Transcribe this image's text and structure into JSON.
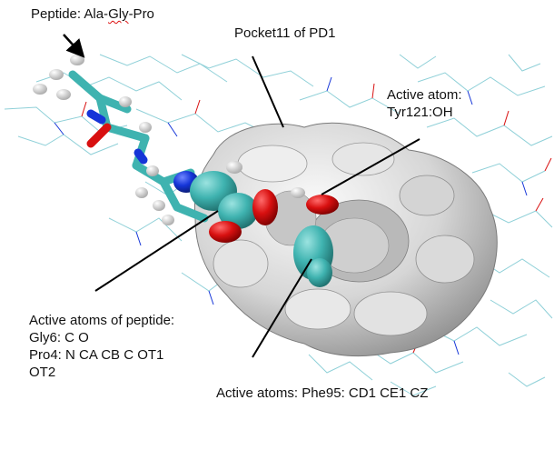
{
  "labels": {
    "peptide_prefix": "Peptide: Ala-",
    "peptide_gly": "Gly",
    "peptide_suffix": "-Pro",
    "pocket": "Pocket11 of PD1",
    "active_atom_line1": "Active atom:",
    "active_atom_line2": "Tyr121:OH",
    "peptide_atoms_line1": "Active atoms of peptide:",
    "peptide_atoms_line2": "Gly6: C  O",
    "peptide_atoms_line3": "Pro4: N  CA  CB  C  OT1",
    "peptide_atoms_line4": "OT2",
    "phe_atoms": "Active atoms: Phe95: CD1 CE1 CZ"
  },
  "colors": {
    "surface": "#d8d8d8",
    "surface_shadow": "#8f8f8f",
    "carbon": "#3fb3b0",
    "nitrogen": "#1535d8",
    "oxygen": "#d81010",
    "hydrogen": "#e8e8e8",
    "wire": "#8fd0d8",
    "arrow": "#000000"
  }
}
